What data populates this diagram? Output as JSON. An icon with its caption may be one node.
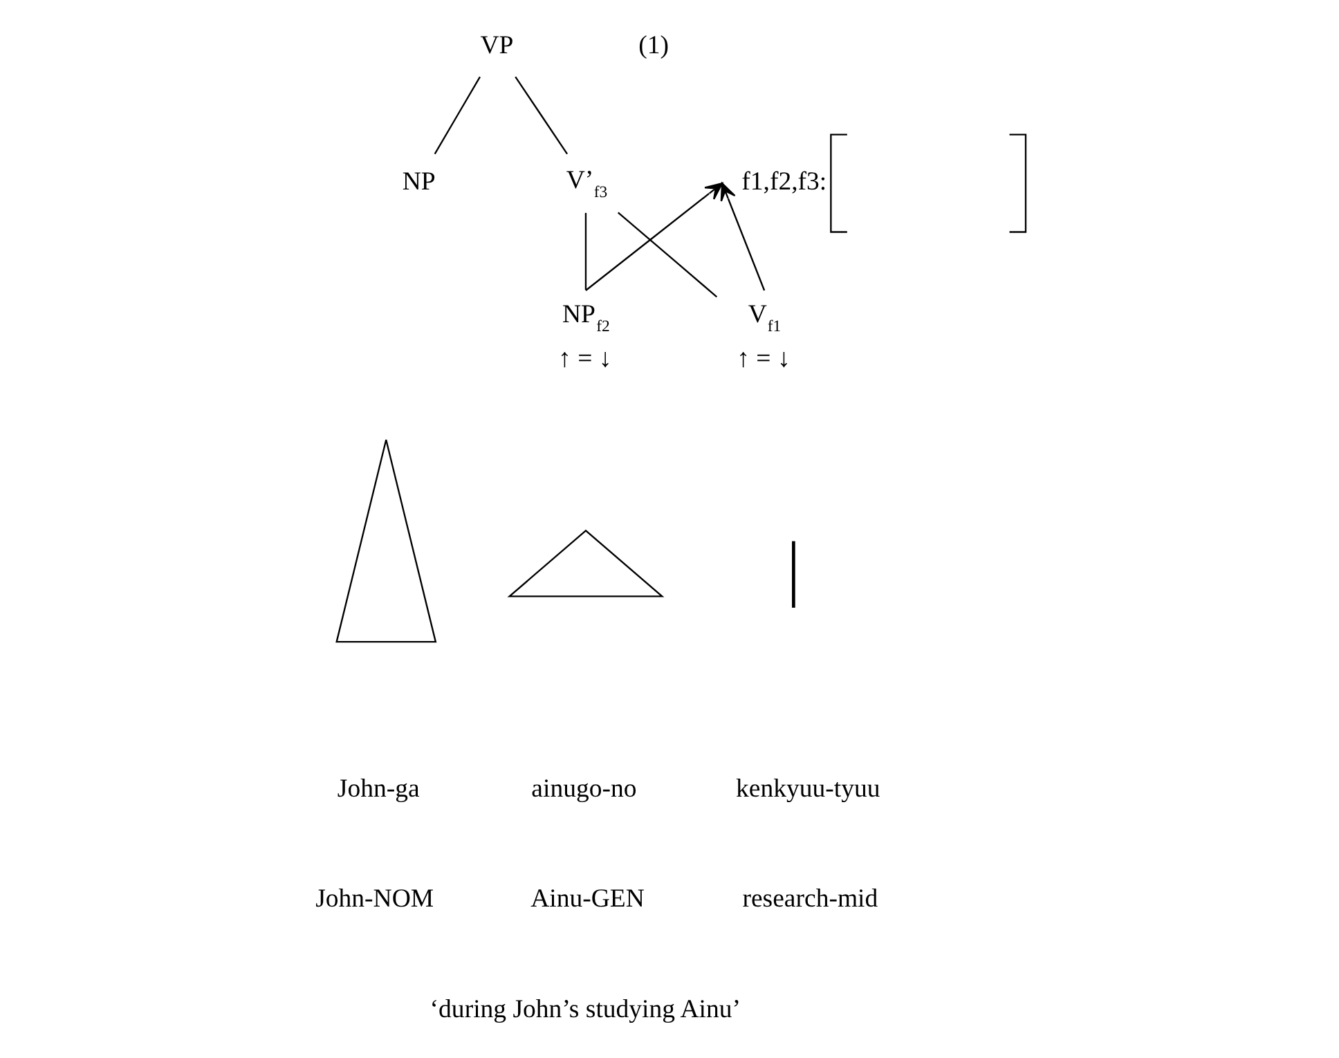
{
  "diagram": {
    "nodes": [
      {
        "text": [
          "VP"
        ]
      },
      {
        "text": [
          "NP"
        ]
      },
      {
        "text": [
          "V’$_{f3}$"
        ]
      },
      {
        "text": [
          "NP$_{f2}$"
        ],
        "beside": [
          "↑ = ↓"
        ]
      },
      {
        "text": [
          "V$_{f1}$"
        ],
        "beside": [
          "↑ = ↓"
        ]
      },
      {
        "text": [
          "f1,f2,f3:"
        ]
      },
      {
        "text": [],
        "shape": "triangle"
      },
      {
        "text": [],
        "shape": "triangle"
      },
      {
        "text": [],
        "shape": "bar"
      }
    ],
    "edges": [
      {
        "from": 0,
        "to": 1,
        "arrow": "none"
      },
      {
        "from": 0,
        "to": 2,
        "arrow": "none"
      },
      {
        "from": 2,
        "to": 3,
        "arrow": "none"
      },
      {
        "from": 2,
        "to": 4,
        "arrow": "none"
      },
      {
        "from": 3,
        "to": 5,
        "arrow": "to"
      },
      {
        "from": 4,
        "to": 5,
        "arrow": "to"
      }
    ],
    "labels": [
      "(1)",
      "John-ga",
      "ainugo-no",
      "kenkyuu-tyuu",
      "John-NOM",
      "Ainu-GEN",
      "research-mid",
      "‘during John’s studying Ainu’"
    ]
  }
}
